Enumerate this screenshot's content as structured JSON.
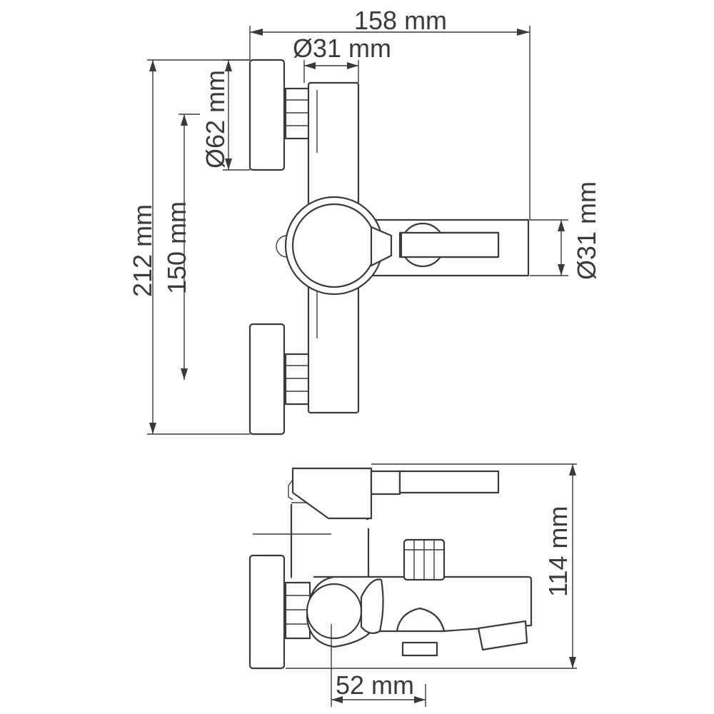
{
  "dimensions": {
    "total_width": "158 mm",
    "body_diameter": "Ø31 mm",
    "flange_diameter": "Ø62 mm",
    "total_height": "212 mm",
    "connection_spacing": "150 mm",
    "lever_diameter": "Ø31 mm",
    "depth": "114 mm",
    "spout_offset": "52 mm"
  },
  "colors": {
    "line": "#3a3a3a",
    "background": "#ffffff"
  }
}
